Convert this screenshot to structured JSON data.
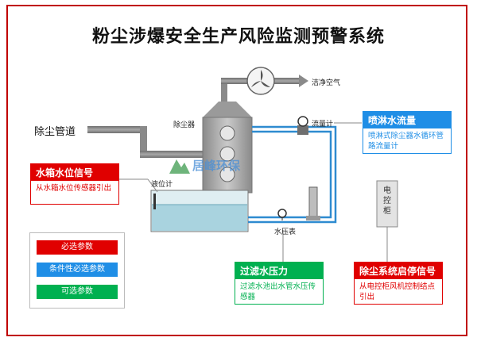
{
  "title": "粉尘涉爆安全生产风险监测预警系统",
  "labels": {
    "clean_air": "洁净空气",
    "duct": "除尘管道",
    "dust_collector": "除尘器",
    "flowmeter": "流量计",
    "level_gauge": "液位计",
    "pressure_gauge": "水压表",
    "cabinet": "电控柜"
  },
  "watermark": "居峰环保",
  "callouts": {
    "water_level": {
      "title": "水箱水位信号",
      "body": "从水箱水位传感器引出",
      "color": "#e00000"
    },
    "spray_flow": {
      "title": "喷淋水流量",
      "body": "喷淋式除尘器水循环管路流量计",
      "color": "#1f8ee6"
    },
    "filter_pressure": {
      "title": "过滤水压力",
      "body": "过滤水池出水管水压传感器",
      "color": "#00b050"
    },
    "start_stop": {
      "title": "除尘系统启停信号",
      "body": "从电控柜风机控制结点引出",
      "color": "#e00000"
    }
  },
  "legend": [
    {
      "label": "必选参数",
      "color": "#e00000"
    },
    {
      "label": "条件性必选参数",
      "color": "#1f8ee6"
    },
    {
      "label": "可选参数",
      "color": "#00b050"
    }
  ]
}
